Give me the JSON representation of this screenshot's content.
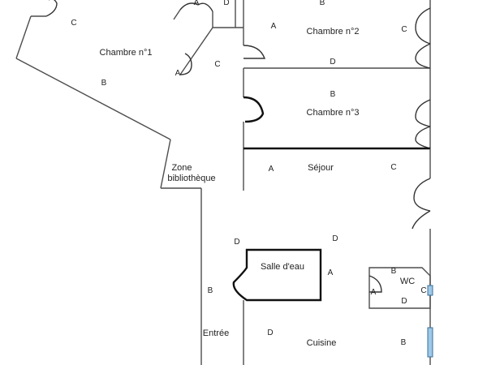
{
  "rooms": {
    "chambre_1": "Chambre n°1",
    "chambre_2": "Chambre n°2",
    "chambre_3": "Chambre n°3",
    "zone_bib_1": "Zone",
    "zone_bib_2": "bibliothèque",
    "sejour": "Séjour",
    "salle_eau": "Salle d'eau",
    "wc": "WC",
    "entree": "Entrée",
    "cuisine": "Cuisine"
  },
  "wall_labels": {
    "c1_c": "C",
    "c1_b": "B",
    "c1_a": "A",
    "top_a": "A",
    "top_d": "D",
    "hall_c": "C",
    "c2_b": "B",
    "c2_a": "A",
    "c2_c": "C",
    "c2_d": "D",
    "c3_b": "B",
    "sej_a": "A",
    "sej_c": "C",
    "k_d_left": "D",
    "k_d_top": "D",
    "k_a": "A",
    "wc_b": "B",
    "wc_c": "C",
    "wc_a": "A",
    "wc_d": "D",
    "ent_b": "B",
    "k_d": "D",
    "k_b": "B"
  },
  "colors": {
    "fixture": "#9ec9e8"
  }
}
